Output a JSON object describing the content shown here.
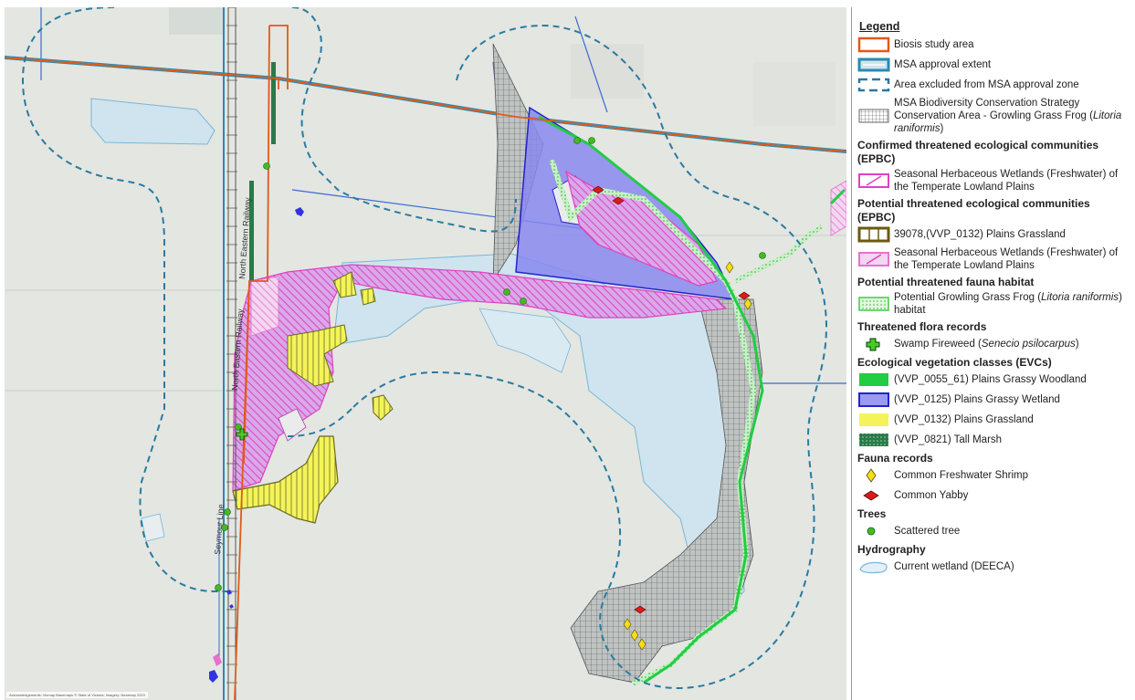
{
  "map": {
    "road_labels": {
      "north_eastern_railway_upper": "North Eastern Railway",
      "north_eastern_railway_lower": "North Eastern Railway",
      "seymour_line": "Seymour Line"
    },
    "credit": "Acknowledgements: Vicmap Basemaps © State of Victoria; Imagery: Nearmap 2023"
  },
  "legend": {
    "title": "Legend",
    "top_items": [
      {
        "label": "Biosis study area",
        "icon": "study-area-swatch"
      },
      {
        "label": "MSA approval extent",
        "icon": "msa-extent-swatch"
      },
      {
        "label": "Area excluded from MSA approval zone",
        "icon": "excluded-area-swatch"
      },
      {
        "label": "MSA Biodiversity Conservation Strategy Conservation Area - Growling Grass Frog (",
        "label_italic": "Litoria raniformis",
        "label_end": ")",
        "icon": "conservation-area-swatch"
      }
    ],
    "confirmed_ecological": {
      "heading": "Confirmed threatened ecological communities (EPBC)",
      "items": [
        {
          "label": "Seasonal Herbaceous Wetlands (Freshwater) of the Temperate Lowland Plains",
          "icon": "confirmed-wetland-swatch"
        }
      ]
    },
    "potential_ecological": {
      "heading": "Potential threatened ecological communities (EPBC)",
      "items": [
        {
          "label": "39078,(VVP_0132) Plains Grassland",
          "icon": "plains-grassland-potential-swatch"
        },
        {
          "label": "Seasonal Herbaceous Wetlands (Freshwater) of the Temperate Lowland Plains",
          "icon": "potential-wetland-swatch"
        }
      ]
    },
    "fauna_habitat": {
      "heading": "Potential threatened fauna habitat",
      "item_label": "Potential Growling Grass Frog (",
      "item_italic": "Litoria raniformis",
      "item_end": ") habitat"
    },
    "flora": {
      "heading": "Threatened flora records",
      "item_label": "Swamp Fireweed (",
      "item_italic": "Senecio psilocarpus",
      "item_end": ")"
    },
    "evcs": {
      "heading": "Ecological vegetation classes (EVCs)",
      "items": [
        {
          "label": "(VVP_0055_61) Plains Grassy Woodland",
          "color": "#22cc44"
        },
        {
          "label": "(VVP_0125) Plains Grassy Wetland",
          "color": "#7a7aee"
        },
        {
          "label": "(VVP_0132) Plains Grassland",
          "color": "#f4f45a"
        },
        {
          "label": "(VVP_0821) Tall Marsh",
          "color": "#2a7a4a"
        }
      ]
    },
    "fauna": {
      "heading": "Fauna records",
      "items": [
        {
          "label": "Common Freshwater Shrimp",
          "icon": "diamond-yellow-icon"
        },
        {
          "label": "Common Yabby",
          "icon": "diamond-red-icon"
        }
      ]
    },
    "trees": {
      "heading": "Trees",
      "items": [
        {
          "label": "Scattered tree",
          "icon": "green-dot-icon"
        }
      ]
    },
    "hydrography": {
      "heading": "Hydrography",
      "items": [
        {
          "label": "Current wetland (DEECA)",
          "icon": "wetland-outline-icon"
        }
      ]
    }
  },
  "colors": {
    "study_area": "#e05a1a",
    "msa_extent": "#2a8ab0",
    "excluded_dash": "#2a7aa0",
    "wetland_magenta": "#e040c0",
    "plains_grassy_wetland": "#7a7aee",
    "plains_grassland": "#f4f45a",
    "plains_grassy_woodland": "#22cc44",
    "tall_marsh": "#2a7a4a",
    "shrimp": "#f5dd1a",
    "yabby": "#dd1a1a",
    "tree": "#44bb22",
    "wetland_fill": "#cfe4ee"
  }
}
